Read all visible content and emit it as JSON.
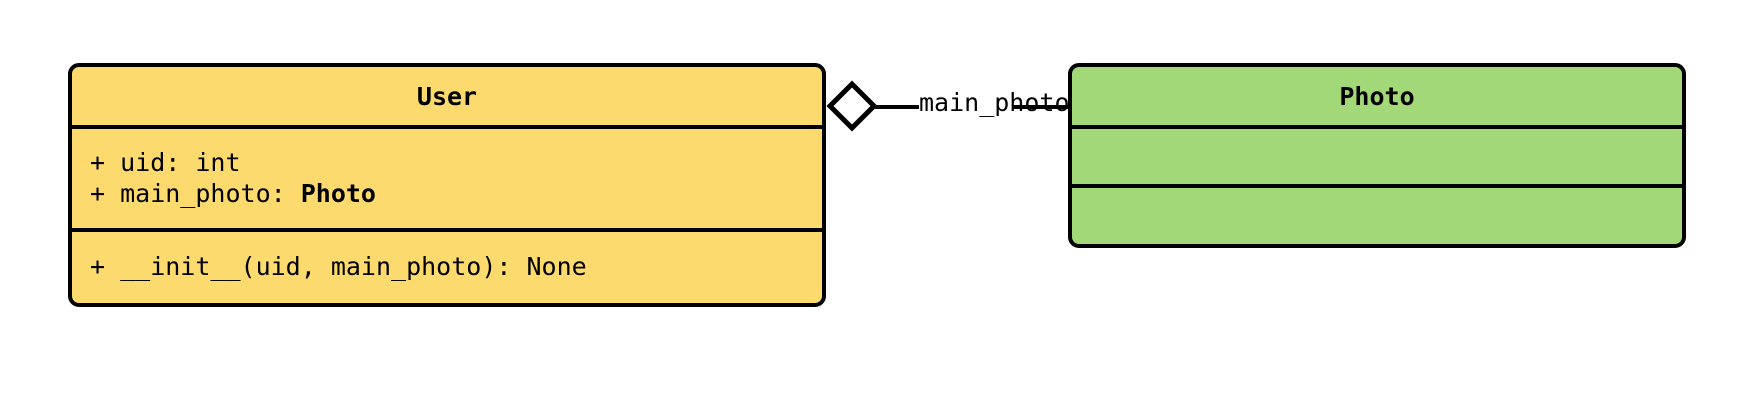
{
  "diagram": {
    "type": "uml-class-diagram",
    "background_color": "#ffffff",
    "classes": [
      {
        "id": "user",
        "name": "User",
        "fill_color": "#FCDA6E",
        "border_color": "#000000",
        "attributes": [
          {
            "visibility": "+",
            "text": "+ uid: int",
            "name": "uid",
            "type": "int",
            "type_is_bold": false
          },
          {
            "visibility": "+",
            "prefix": "+ main_photo: ",
            "type": "Photo",
            "text": "+ main_photo: Photo",
            "name": "main_photo",
            "type_is_bold": true
          }
        ],
        "methods": [
          {
            "visibility": "+",
            "text": "+ __init__(uid, main_photo): None",
            "name": "__init__",
            "params": "uid, main_photo",
            "returns": "None"
          }
        ]
      },
      {
        "id": "photo",
        "name": "Photo",
        "fill_color": "#A2D878",
        "border_color": "#000000",
        "attributes": [],
        "methods": []
      }
    ],
    "relationships": [
      {
        "id": "user-main-photo",
        "kind": "aggregation",
        "source": "User",
        "target": "Photo",
        "label": "main_photo",
        "diamond_fill": "#ffffff",
        "diamond_stroke": "#000000",
        "line_color": "#000000"
      }
    ]
  }
}
